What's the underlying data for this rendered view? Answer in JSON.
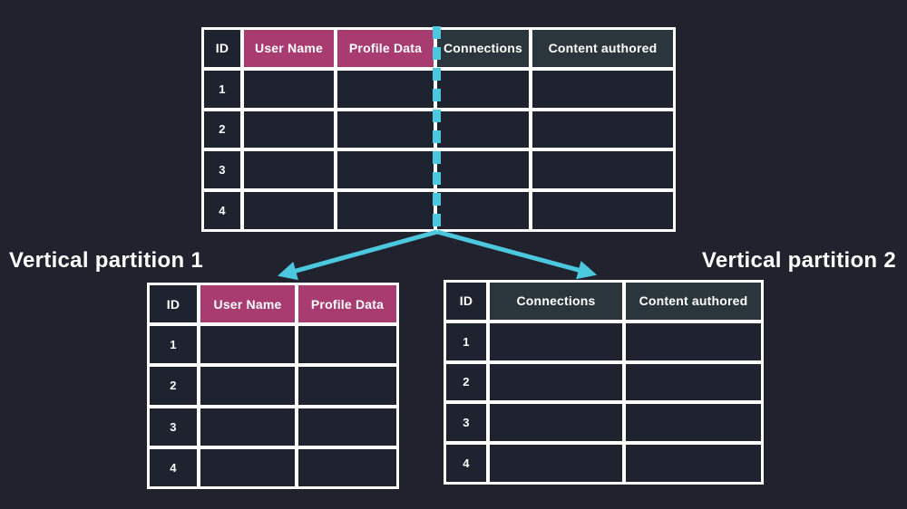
{
  "colors": {
    "background": "#20222e",
    "cell": "#1f222f",
    "magenta": "#a83b6f",
    "slate": "#2a353c",
    "cyan": "#4bc8de",
    "white": "#ffffff"
  },
  "labels": {
    "partition1": "Vertical partition 1",
    "partition2": "Vertical partition 2"
  },
  "main_table": {
    "headers": {
      "id": "ID",
      "user_name": "User Name",
      "profile_data": "Profile Data",
      "connections": "Connections",
      "content_authored": "Content authored"
    },
    "row_ids": [
      "1",
      "2",
      "3",
      "4"
    ]
  },
  "partition1_table": {
    "headers": {
      "id": "ID",
      "user_name": "User Name",
      "profile_data": "Profile Data"
    },
    "row_ids": [
      "1",
      "2",
      "3",
      "4"
    ]
  },
  "partition2_table": {
    "headers": {
      "id": "ID",
      "connections": "Connections",
      "content_authored": "Content authored"
    },
    "row_ids": [
      "1",
      "2",
      "3",
      "4"
    ]
  }
}
